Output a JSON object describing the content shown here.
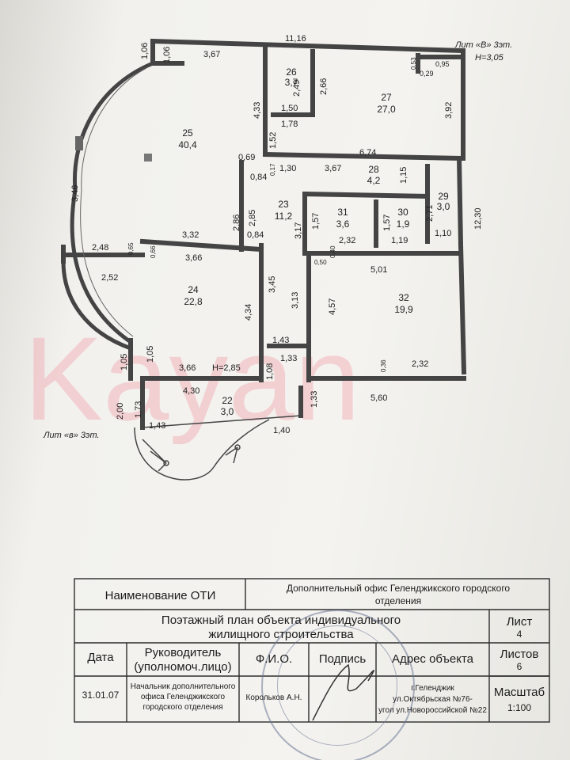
{
  "plan": {
    "title_right": "Лит «В» 3эт.",
    "height_right": "Н=3,05",
    "title_left": "Лит «в» 3эт.",
    "height_room24": "Н=2,85",
    "watermark": "Kayan",
    "rooms": [
      {
        "num": "25",
        "area": "40,4"
      },
      {
        "num": "26",
        "area": "3,7"
      },
      {
        "num": "27",
        "area": "27,0"
      },
      {
        "num": "28",
        "area": "4,2"
      },
      {
        "num": "29",
        "area": "3,0"
      },
      {
        "num": "23",
        "area": "11,2"
      },
      {
        "num": "31",
        "area": "3,6"
      },
      {
        "num": "30",
        "area": "1,9"
      },
      {
        "num": "24",
        "area": "22,8"
      },
      {
        "num": "32",
        "area": "19,9"
      },
      {
        "num": "22",
        "area": "3,0"
      }
    ],
    "dims": [
      "1,06",
      "1,06",
      "3,67",
      "11,16",
      "0,53",
      "0,95",
      "0,29",
      "2,49",
      "2,66",
      "4,33",
      "3,92",
      "1,50",
      "1,78",
      "1,52",
      "0,69",
      "6,74",
      "0,84",
      "1,30",
      "0,17",
      "3,67",
      "1,15",
      "3,46",
      "2,86",
      "2,85",
      "2,71",
      "12,30",
      "1,57",
      "1,57",
      "3,17",
      "2,32",
      "1,19",
      "1,10",
      "2,48",
      "0,65",
      "3,32",
      "0,84",
      "0,66",
      "3,66",
      "0,50",
      "0,40",
      "5,01",
      "2,52",
      "3,45",
      "4,34",
      "3,13",
      "4,57",
      "1,43",
      "1,05",
      "1,05",
      "3,66",
      "1,08",
      "1,33",
      "0,36",
      "2,32",
      "4,30",
      "1,33",
      "5,60",
      "2,00",
      "1,73",
      "1,43",
      "1,40"
    ]
  },
  "title_block": {
    "name_label": "Наименование ОТИ",
    "name_value_1": "Дополнительный офис Геленджикского городского",
    "name_value_2": "отделения",
    "plan_title_1": "Поэтажный  план объекта индивидуального",
    "plan_title_2": "жилищного строительства",
    "sheet_label": "Лист",
    "sheet_value": "4",
    "date_label": "Дата",
    "head_label_1": "Руководитель",
    "head_label_2": "(уполномоч.лицо)",
    "fio_label": "Ф.И.О.",
    "sign_label": "Подпись",
    "address_label": "Адрес объекта",
    "sheets_label": "Листов",
    "sheets_value": "6",
    "date_value": "31.01.07",
    "head_value_1": "Начальник дополнительного",
    "head_value_2": "офиса Геленджикского",
    "head_value_3": "городского отделения",
    "fio_value": "Корольков А.Н.",
    "address_value_1": "г.Геленджик",
    "address_value_2": "ул.Октябрьская №76-",
    "address_value_3": "угол ул.Новороссийской №22",
    "scale_label": "Масштаб",
    "scale_value": "1:100"
  },
  "colors": {
    "wall": "#3a3a3a",
    "wall_fill": "#7a7a7a",
    "line": "#333333",
    "watermark": "#f2a8b2"
  }
}
